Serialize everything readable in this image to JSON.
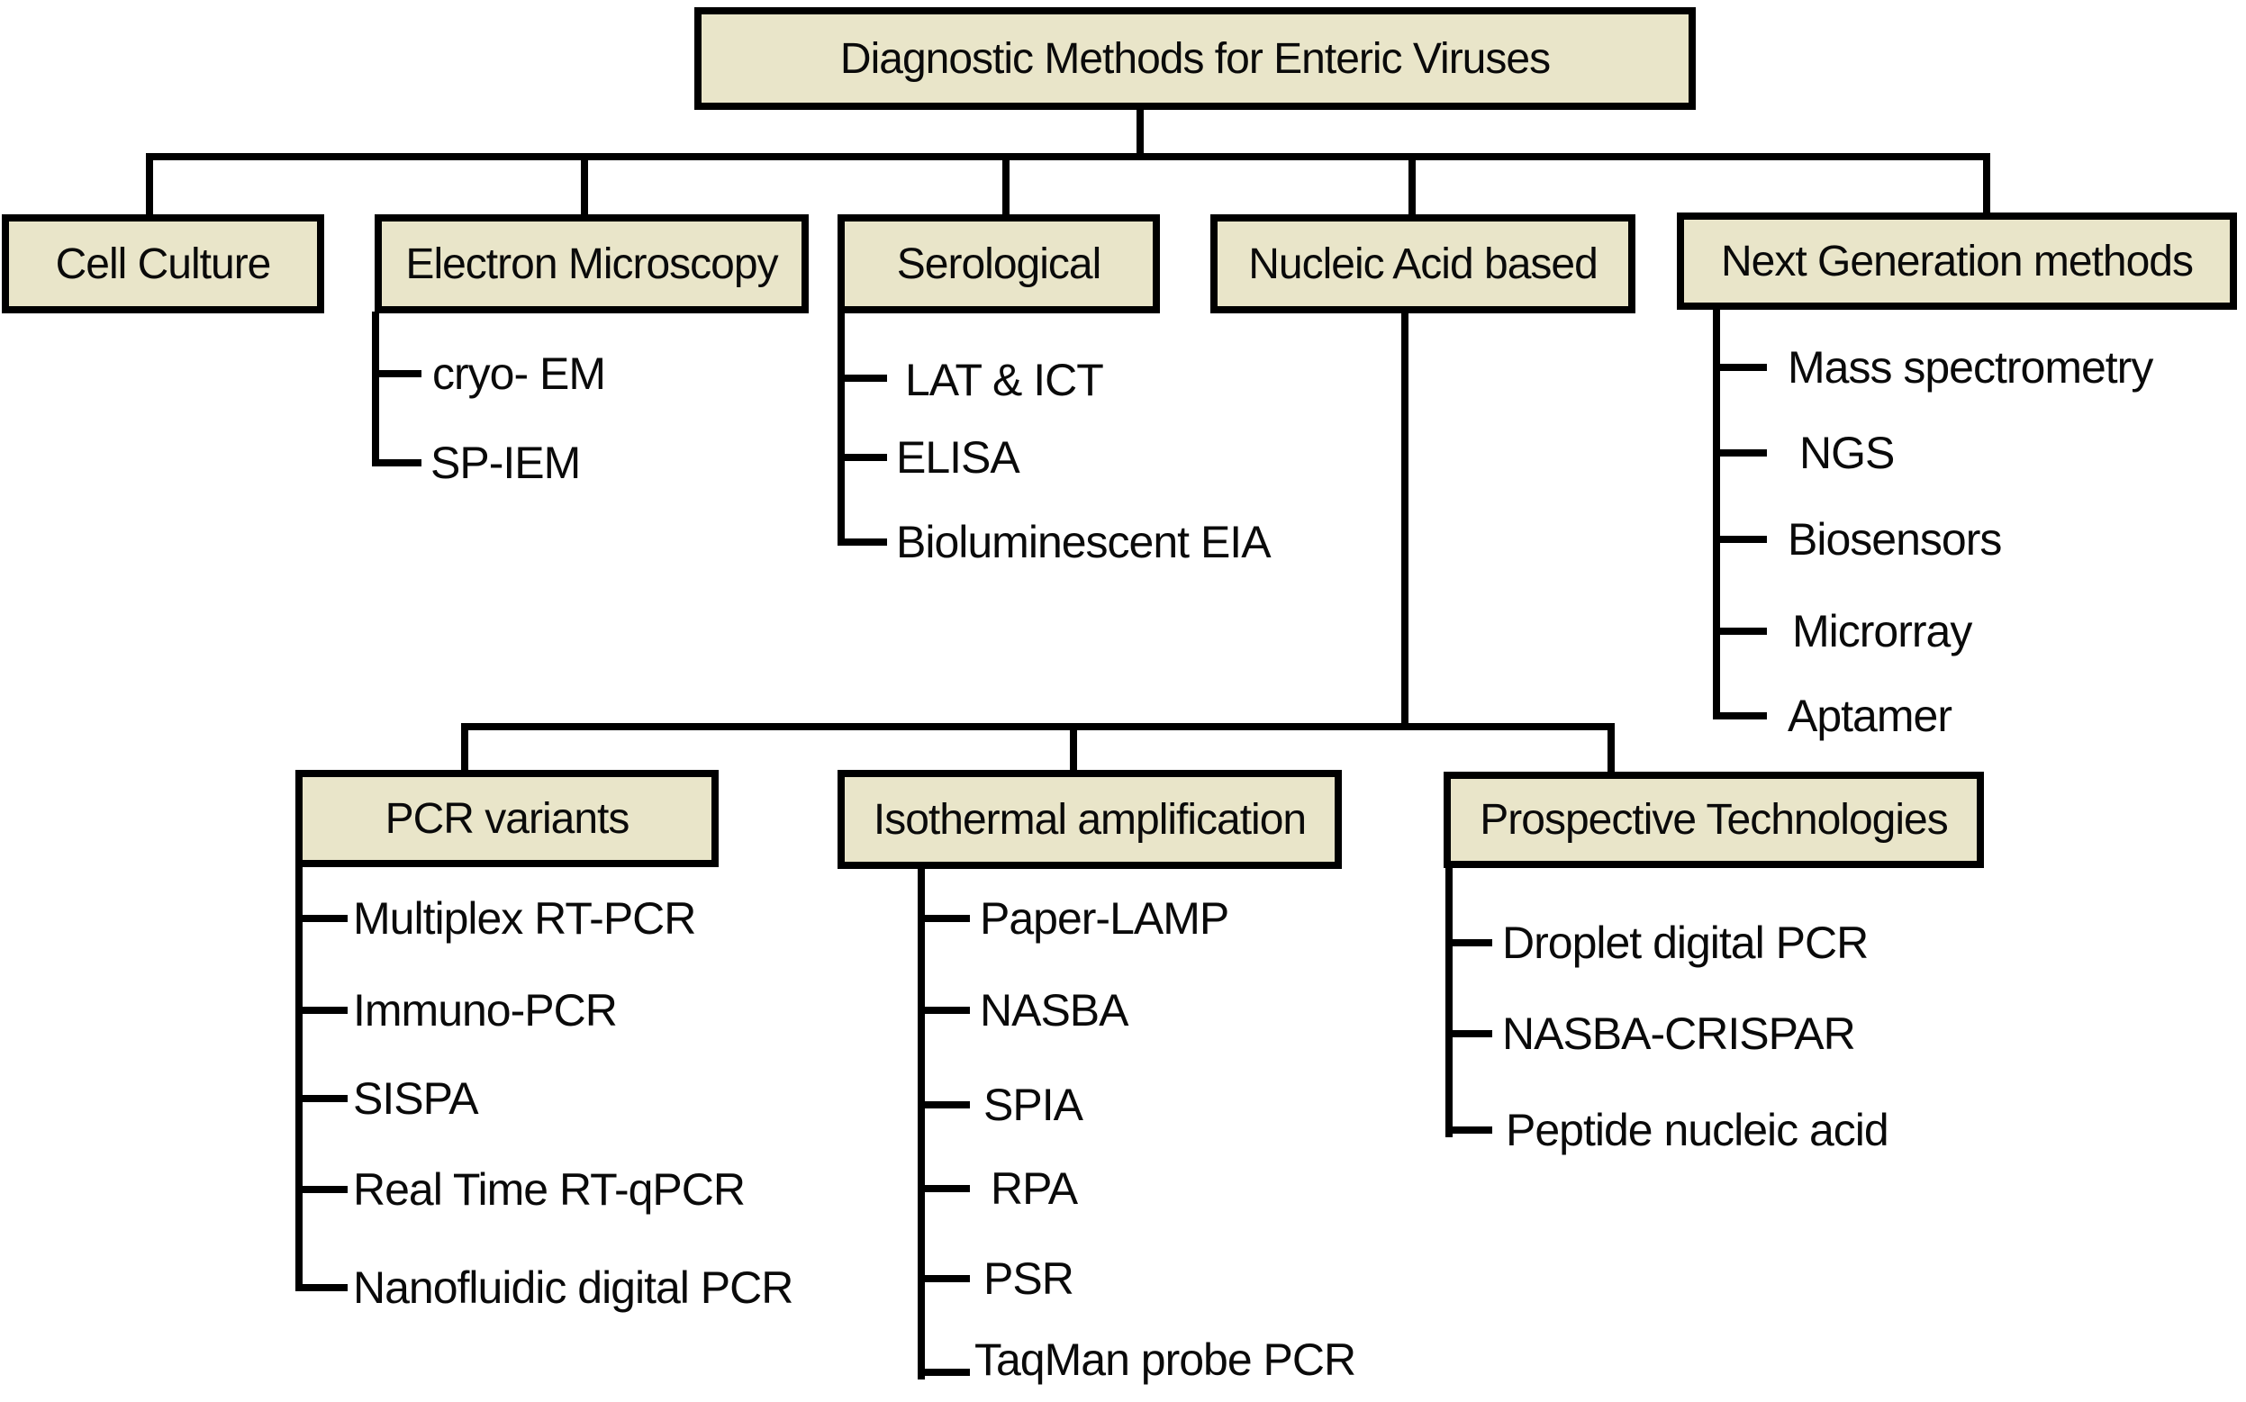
{
  "title": "Diagnostic Methods for Enteric Viruses",
  "colors": {
    "box_fill": "#e9e5c9",
    "box_border": "#000000",
    "line": "#000000",
    "background": "#ffffff"
  },
  "top_branches": [
    {
      "label": "Cell Culture",
      "children": []
    },
    {
      "label": "Electron Microscopy",
      "children": [
        "cryo- EM",
        "SP-IEM"
      ]
    },
    {
      "label": "Serological",
      "children": [
        "LAT & ICT",
        "ELISA",
        "Bioluminescent EIA"
      ]
    },
    {
      "label": "Nucleic Acid based",
      "children": []
    },
    {
      "label": "Next Generation methods",
      "children": [
        "Mass spectrometry",
        "NGS",
        "Biosensors",
        "Microrray",
        "Aptamer"
      ]
    }
  ],
  "nucleic_acid_subbranches": [
    {
      "label": "PCR variants",
      "children": [
        "Multiplex RT-PCR",
        "Immuno-PCR",
        "SISPA",
        "Real Time RT-qPCR",
        "Nanofluidic digital PCR"
      ]
    },
    {
      "label": "Isothermal amplification",
      "children": [
        "Paper-LAMP",
        "NASBA",
        "SPIA",
        "RPA",
        "PSR",
        "TaqMan probe PCR"
      ]
    },
    {
      "label": "Prospective Technologies",
      "children": [
        "Droplet digital PCR",
        "NASBA-CRISPAR",
        "Peptide nucleic acid"
      ]
    }
  ]
}
